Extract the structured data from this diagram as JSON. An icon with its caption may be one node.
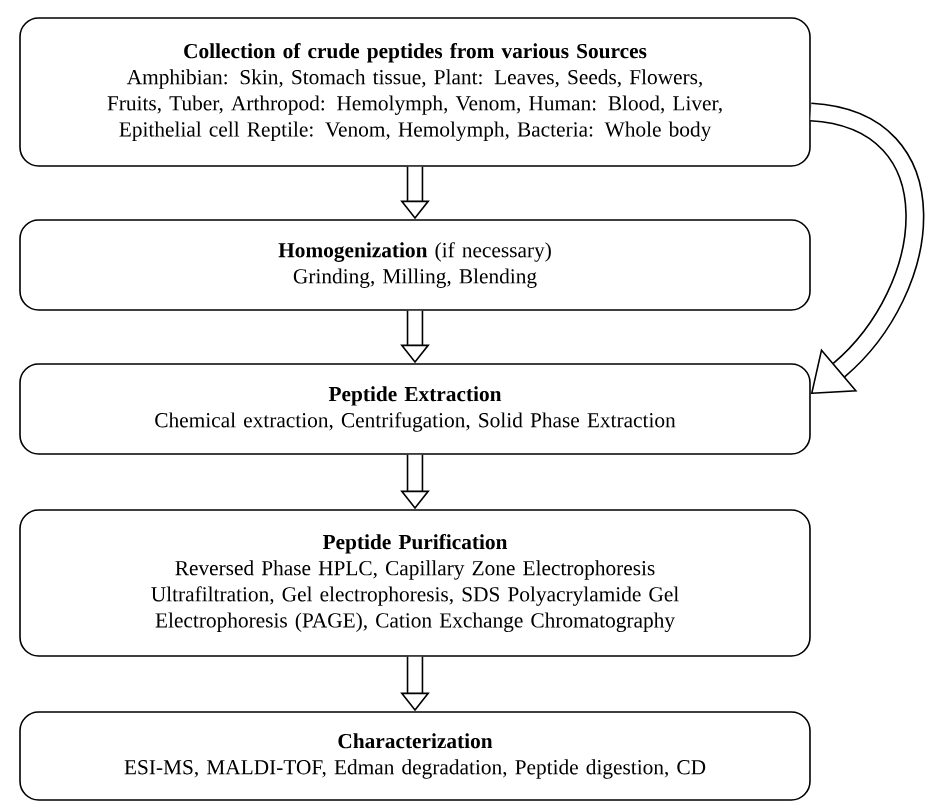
{
  "diagram": {
    "nodes": [
      {
        "text": [
          "Collection of crude peptides from various Sources",
          "Amphibian: Skin, Stomach tissue, Plant: Leaves, Seeds, Flowers, Fruits, Tuber, Arthropod: Hemolymph, Venom, Human: Blood, Liver, Epithelial cell Reptile: Venom, Hemolymph, Bacteria: Whole body"
        ]
      },
      {
        "text": [
          "**Homogenization** (if necessary)",
          "Grinding, Milling, Blending"
        ]
      },
      {
        "text": [
          "Peptide Extraction",
          "Chemical extraction, Centrifugation, Solid Phase Extraction"
        ]
      },
      {
        "text": [
          "Peptide Purification",
          "Reversed Phase HPLC, Capillary Zone Electrophoresis Ultrafiltration, Gel electrophoresis, SDS Polyacrylamide Gel Electrophoresis (PAGE), Cation Exchange Chromatography"
        ]
      },
      {
        "text": [
          "Characterization",
          "ESI-MS, MALDI-TOF, Edman degradation, Peptide digestion, CD"
        ]
      }
    ],
    "edges": [
      {
        "from": 0,
        "to": 1,
        "arrow": "to"
      },
      {
        "from": 1,
        "to": 2,
        "arrow": "to"
      },
      {
        "from": 2,
        "to": 3,
        "arrow": "to"
      },
      {
        "from": 3,
        "to": 4,
        "arrow": "to"
      },
      {
        "from": 0,
        "to": 2,
        "arrow": "to"
      }
    ]
  }
}
